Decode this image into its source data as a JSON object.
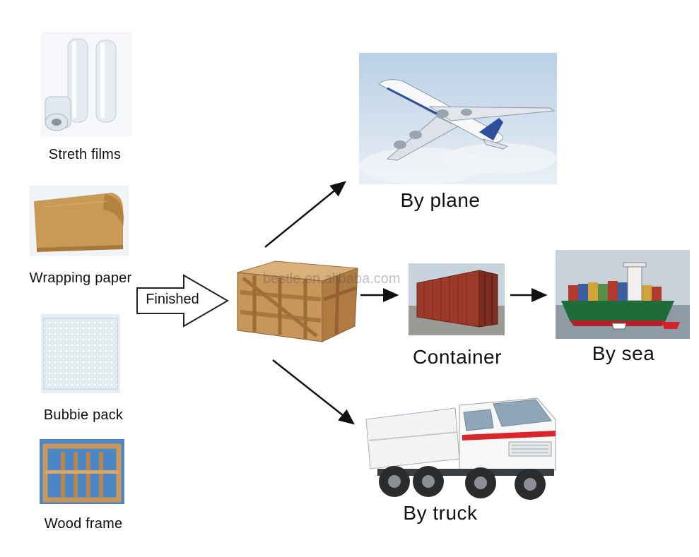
{
  "packaging": {
    "films_label": "Streth films",
    "paper_label": "Wrapping paper",
    "bubble_label": "Bubbie pack",
    "frame_label": "Wood frame"
  },
  "process": {
    "finished_label": "Finished"
  },
  "watermark": "bestle.en.alibaba.com",
  "shipping": {
    "plane_label": "By plane",
    "container_label": "Container",
    "sea_label": "By sea",
    "truck_label": "By truck"
  },
  "colors": {
    "container": "#9c3a2a",
    "ship_hull": "#1f6b3a",
    "truck_stripe": "#d8262b",
    "kraft": "#c99a55",
    "wood": "#c8955a"
  }
}
